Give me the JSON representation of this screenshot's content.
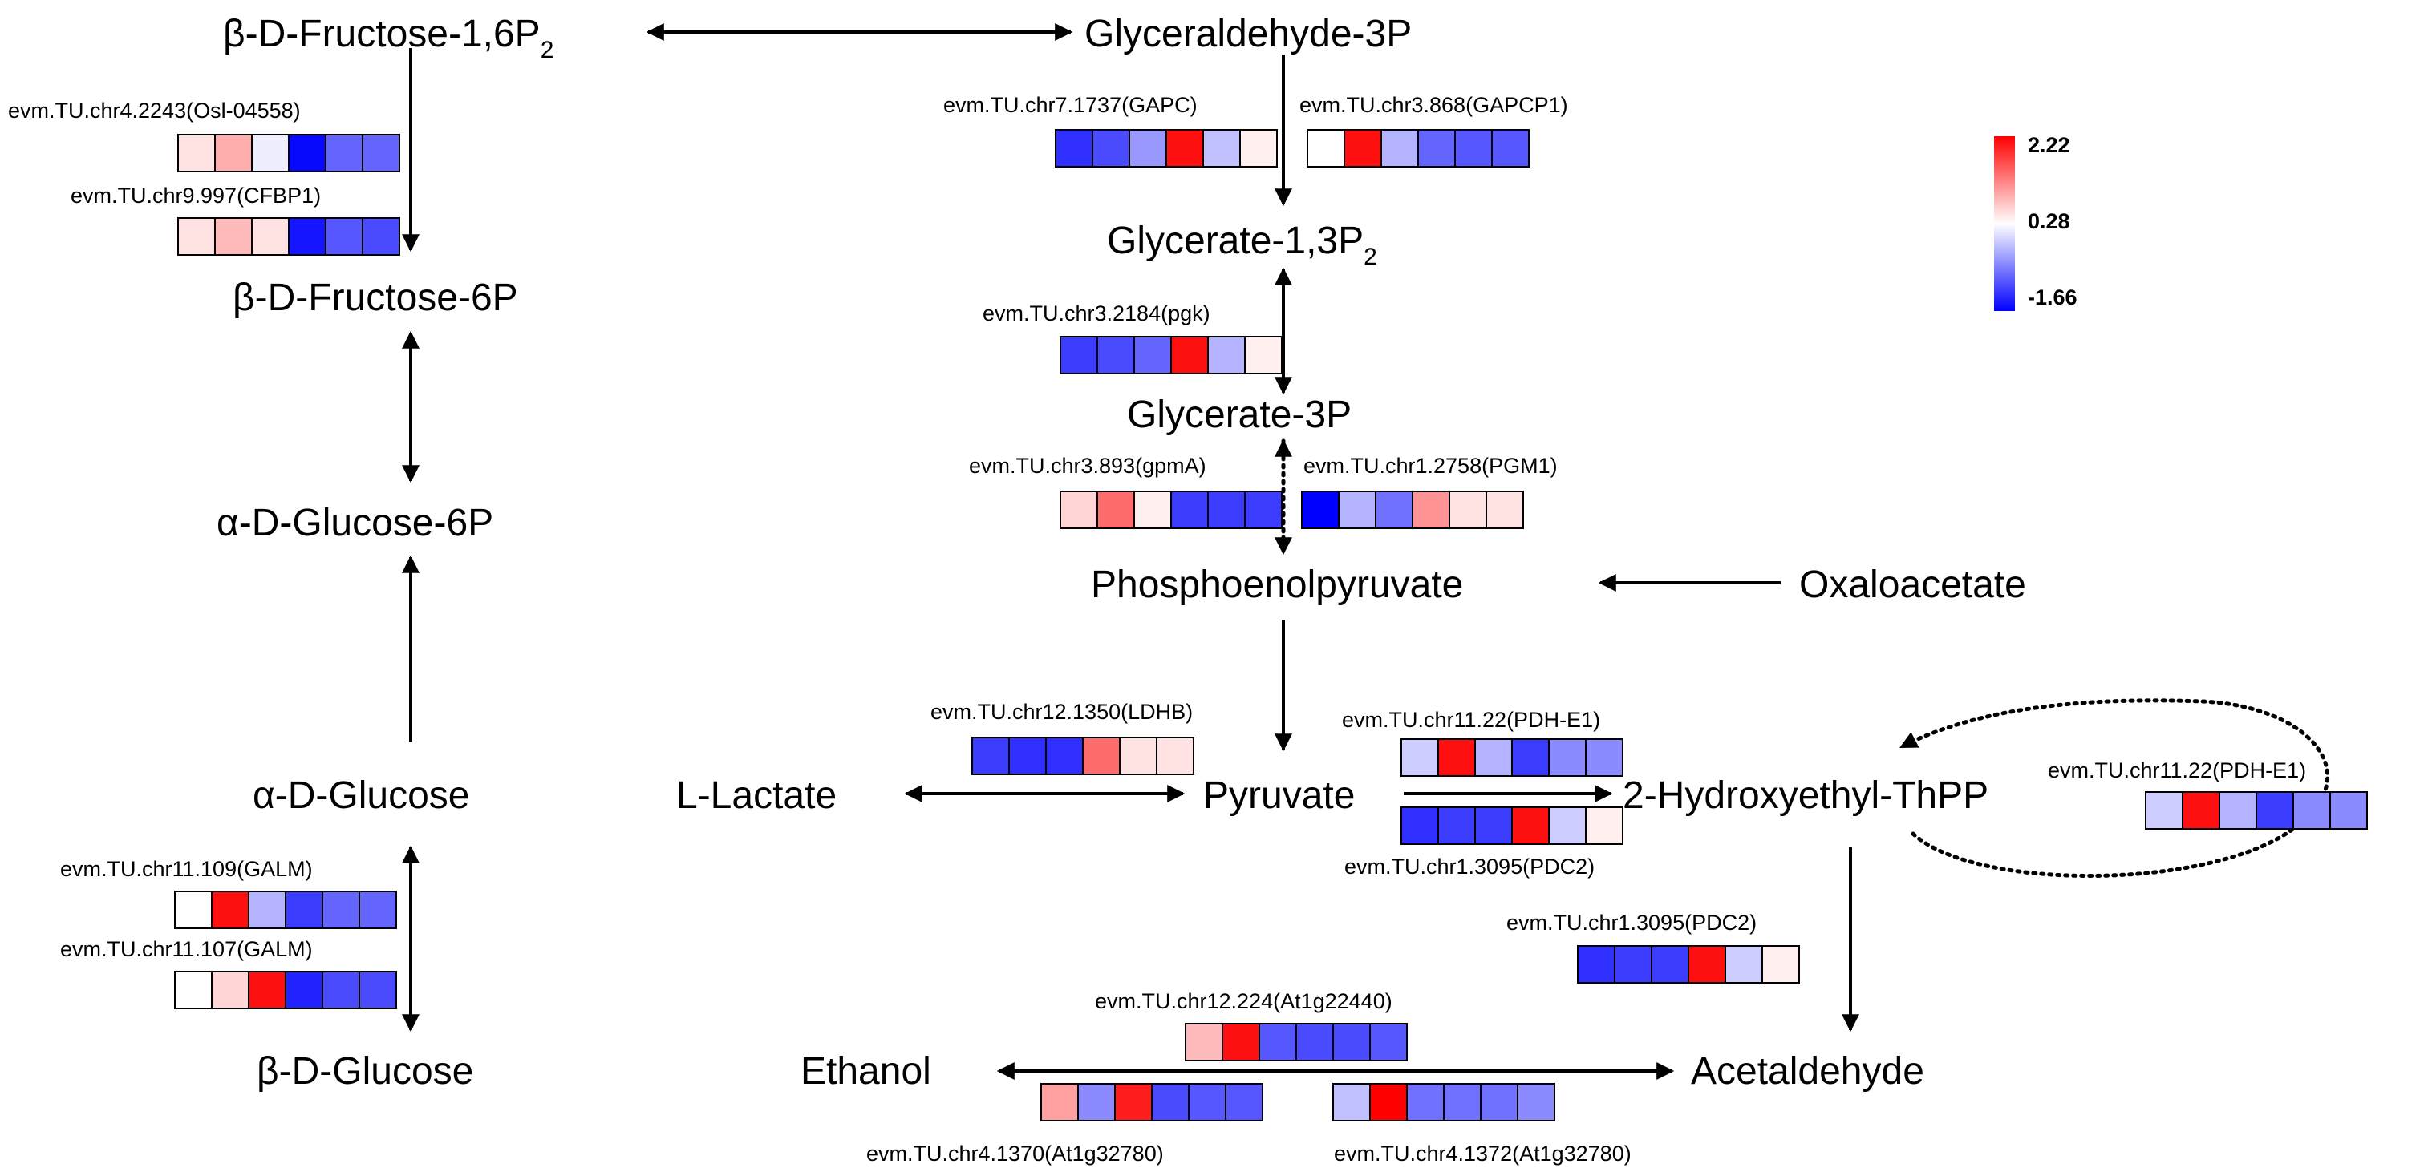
{
  "metabolites": {
    "fructose_16p2": {
      "main": "β-D-Fructose-1,6P",
      "sub": "2"
    },
    "glyceraldehyde_3p": {
      "main": "Glyceraldehyde-3P"
    },
    "glycerate_13p2": {
      "main": "Glycerate-1,3P",
      "sub": "2"
    },
    "fructose_6p": {
      "main": "β-D-Fructose-6P"
    },
    "glycerate_3p": {
      "main": "Glycerate-3P"
    },
    "glucose_6p": {
      "main": "α-D-Glucose-6P"
    },
    "phosphoenolpyruvate": {
      "main": "Phosphoenolpyruvate"
    },
    "oxaloacetate": {
      "main": "Oxaloacetate"
    },
    "alpha_glucose": {
      "main": "α-D-Glucose"
    },
    "l_lactate": {
      "main": "L-Lactate"
    },
    "pyruvate": {
      "main": "Pyruvate"
    },
    "hydroxyethyl_thpp": {
      "main": "2-Hydroxyethyl-ThPP"
    },
    "beta_glucose": {
      "main": "β-D-Glucose"
    },
    "ethanol": {
      "main": "Ethanol"
    },
    "acetaldehyde": {
      "main": "Acetaldehyde"
    }
  },
  "legend": {
    "max": "2.22",
    "mid": "0.28",
    "min": "-1.66",
    "colors": [
      "#0000ff",
      "#ffffff",
      "#ff0000"
    ],
    "range": [
      -1.66,
      2.22
    ]
  },
  "genes": [
    {
      "id": "g_osl",
      "label": "evm.TU.chr4.2243(Osl-04558)",
      "values": [
        0.5,
        0.9,
        0.15,
        -1.6,
        -0.9,
        -0.9
      ]
    },
    {
      "id": "g_cfbp1",
      "label": "evm.TU.chr9.997(CFBP1)",
      "values": [
        0.5,
        0.8,
        0.5,
        -1.5,
        -1.0,
        -1.1
      ]
    },
    {
      "id": "g_gapc",
      "label": "evm.TU.chr7.1737(GAPC)",
      "values": [
        -1.3,
        -1.1,
        -0.5,
        2.1,
        -0.2,
        0.4
      ]
    },
    {
      "id": "g_gapcp1",
      "label": "evm.TU.chr3.868(GAPCP1)",
      "values": [
        0.28,
        2.1,
        -0.3,
        -0.9,
        -1.0,
        -1.0
      ]
    },
    {
      "id": "g_pgk",
      "label": "evm.TU.chr3.2184(pgk)",
      "values": [
        -1.2,
        -1.1,
        -0.9,
        2.1,
        -0.3,
        0.4
      ]
    },
    {
      "id": "g_gpma",
      "label": "evm.TU.chr3.893(gpmA)",
      "values": [
        0.6,
        1.4,
        0.4,
        -1.2,
        -1.2,
        -1.2
      ]
    },
    {
      "id": "g_pgm1",
      "label": "evm.TU.chr1.2758(PGM1)",
      "values": [
        -1.66,
        -0.3,
        -0.8,
        1.1,
        0.5,
        0.5
      ]
    },
    {
      "id": "g_ldhb",
      "label": "evm.TU.chr12.1350(LDHB)",
      "values": [
        -1.2,
        -1.3,
        -1.3,
        1.4,
        0.5,
        0.5
      ]
    },
    {
      "id": "g_pdhe1a",
      "label": "evm.TU.chr11.22(PDH-E1)",
      "values": [
        -0.1,
        2.1,
        -0.3,
        -1.2,
        -0.6,
        -0.6
      ]
    },
    {
      "id": "g_pdc2a",
      "label": "evm.TU.chr1.3095(PDC2)",
      "values": [
        -1.3,
        -1.2,
        -1.2,
        2.1,
        -0.1,
        0.4
      ]
    },
    {
      "id": "g_pdhe1b",
      "label": "evm.TU.chr11.22(PDH-E1)",
      "values": [
        -0.1,
        2.1,
        -0.3,
        -1.2,
        -0.6,
        -0.6
      ]
    },
    {
      "id": "g_pdc2b",
      "label": "evm.TU.chr1.3095(PDC2)",
      "values": [
        -1.3,
        -1.2,
        -1.2,
        2.1,
        -0.1,
        0.4
      ]
    },
    {
      "id": "g_galm109",
      "label": "evm.TU.chr11.109(GALM)",
      "values": [
        0.28,
        2.1,
        -0.3,
        -1.2,
        -0.9,
        -0.9
      ]
    },
    {
      "id": "g_galm107",
      "label": "evm.TU.chr11.107(GALM)",
      "values": [
        0.28,
        0.6,
        2.1,
        -1.4,
        -1.1,
        -1.1
      ]
    },
    {
      "id": "g_at1g22440",
      "label": "evm.TU.chr12.224(At1g22440)",
      "values": [
        0.8,
        2.1,
        -1.0,
        -1.1,
        -1.1,
        -1.0
      ]
    },
    {
      "id": "g_at1g32780a",
      "label": "evm.TU.chr4.1370(At1g32780)",
      "values": [
        1.0,
        -0.6,
        2.0,
        -1.1,
        -1.0,
        -1.0
      ]
    },
    {
      "id": "g_at1g32780b",
      "label": "evm.TU.chr4.1372(At1g32780)",
      "values": [
        -0.2,
        2.22,
        -0.8,
        -0.8,
        -0.8,
        -0.6
      ]
    }
  ]
}
